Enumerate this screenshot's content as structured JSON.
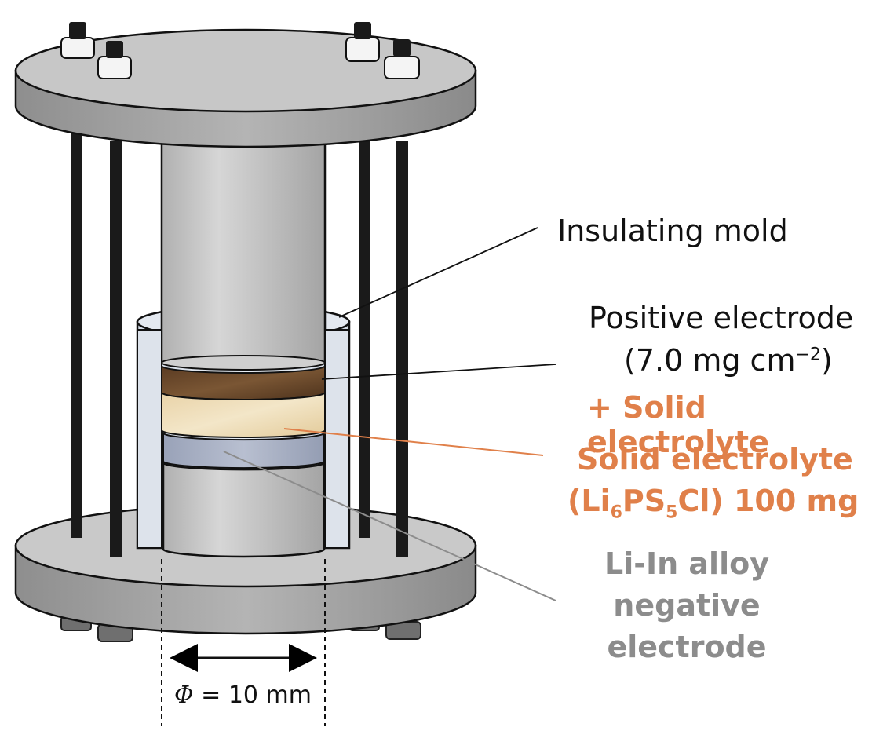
{
  "labels": {
    "insulating_mold": "Insulating mold",
    "positive_electrode_line1": "Positive electrode",
    "positive_electrode_line2_prefix": "(7.0 mg cm",
    "positive_electrode_exponent": "−2",
    "positive_electrode_line2_suffix": ")",
    "plus_solid_electrolyte": "+ Solid electrolyte",
    "solid_electrolyte": "Solid electrolyte",
    "formula_open": "(Li",
    "formula_sub1": "6",
    "formula_ps": "PS",
    "formula_sub2": "5",
    "formula_close": "Cl) 100 mg",
    "li_in_line1": "Li-In alloy",
    "li_in_line2": "negative",
    "li_in_line3": "electrode",
    "diameter_symbol": "Φ",
    "diameter_value": " = 10 mm"
  },
  "colors": {
    "orange_label": "#E0804A",
    "gray_label": "#8C8C8C",
    "metal": "#BDBDBD",
    "mold": "#DCE3EC",
    "positive_layer": "#6B4A2E",
    "electrolyte_layer": "#EFDDB8",
    "negative_layer": "#A9B1C4"
  }
}
